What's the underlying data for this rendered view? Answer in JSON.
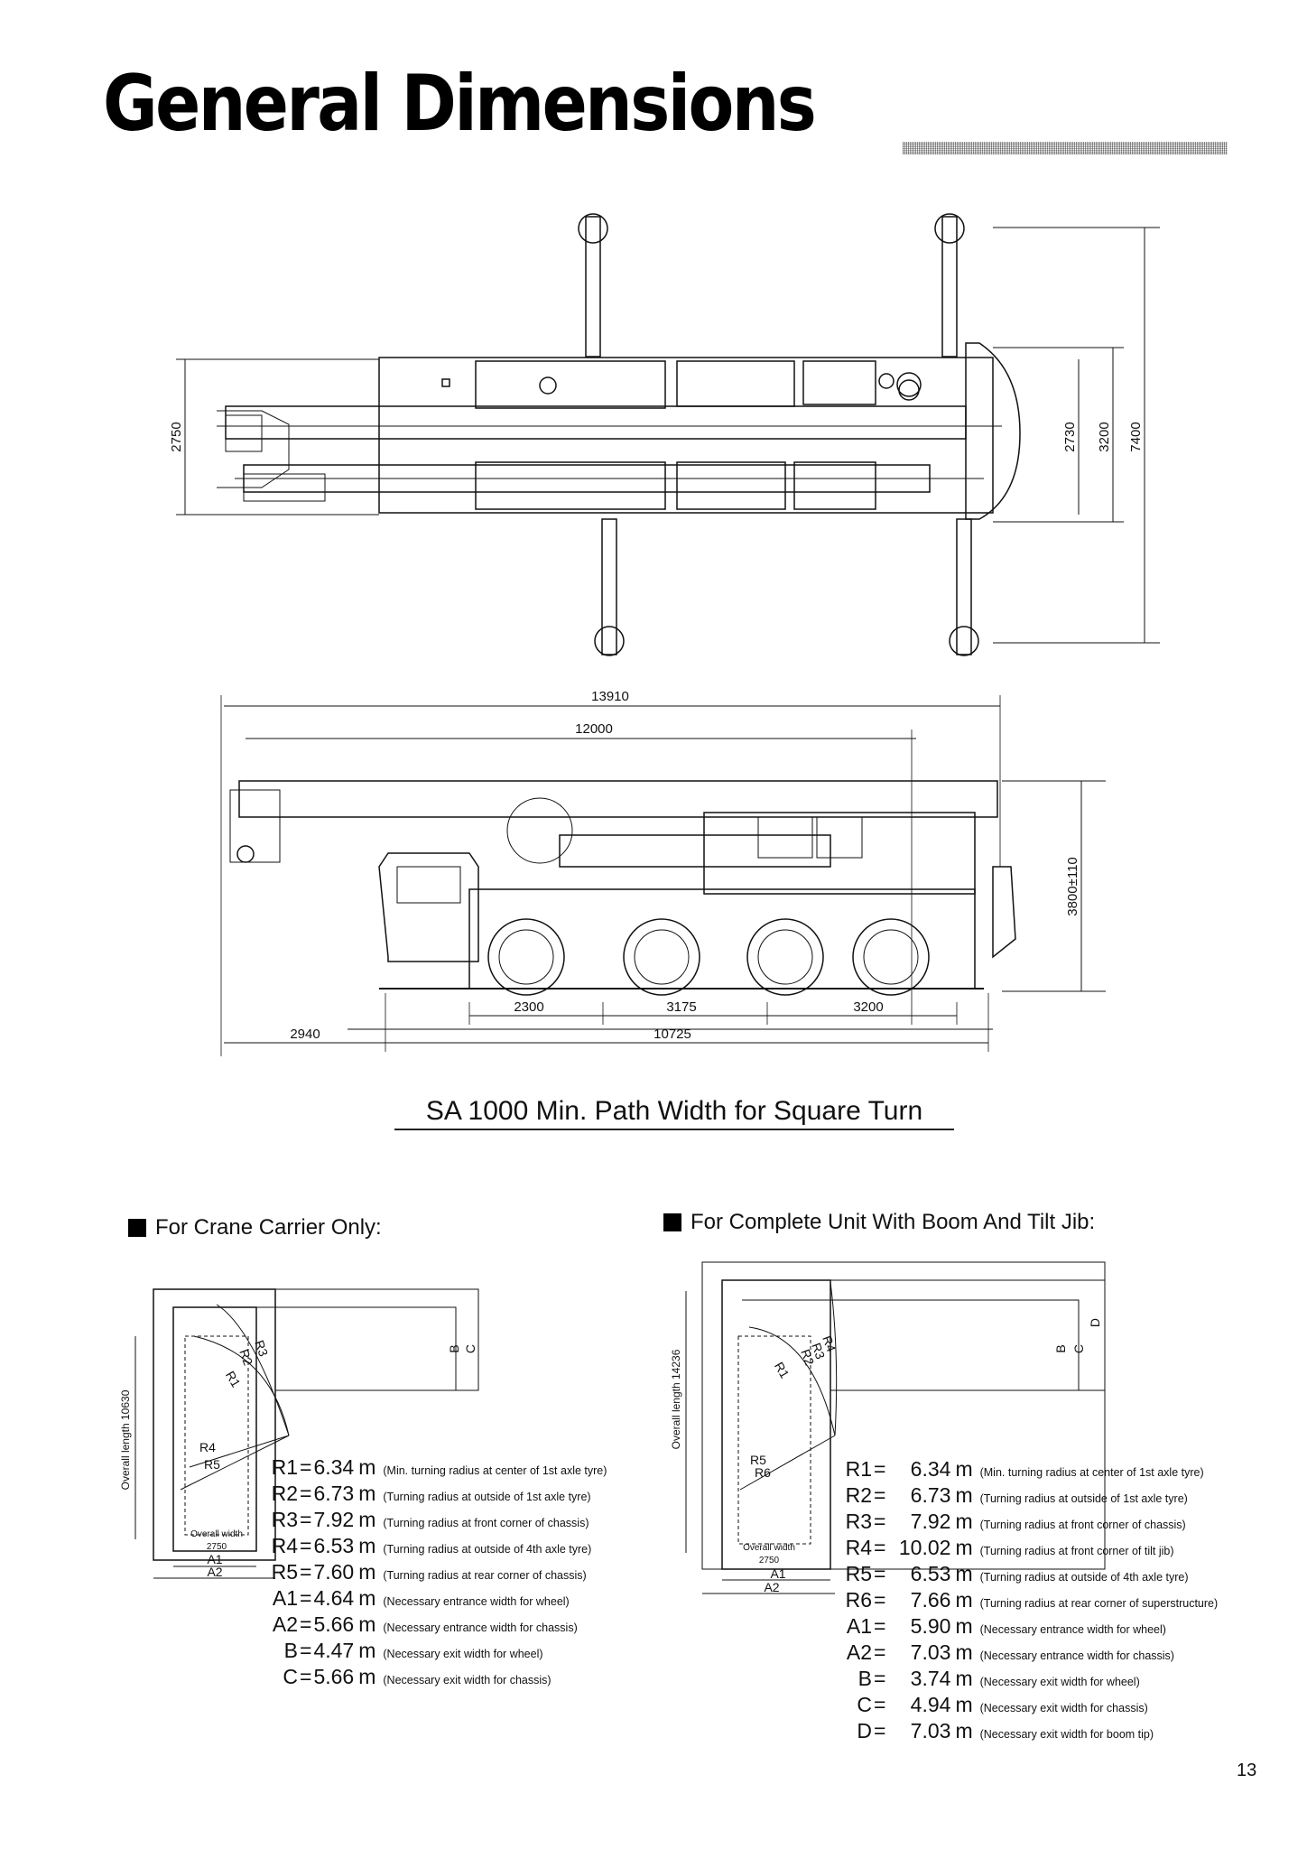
{
  "header": {
    "title": "General Dimensions"
  },
  "top_view": {
    "dims": {
      "d2750": "2750",
      "d2730": "2730",
      "d3200": "3200",
      "d7400": "7400"
    }
  },
  "side_view": {
    "dims": {
      "d13910": "13910",
      "d12000": "12000",
      "d3800": "3800±110",
      "d2300": "2300",
      "d3175": "3175",
      "d3200": "3200",
      "d2940": "2940",
      "d10725": "10725"
    }
  },
  "path_section": {
    "title": "SA 1000 Min. Path Width for Square Turn"
  },
  "left_panel": {
    "heading": "For Crane Carrier Only:",
    "diagram": {
      "overall_length": "Overall length 10630",
      "overall_width": "Overall width",
      "width_value": "2750",
      "labels": [
        "R1",
        "R2",
        "R3",
        "R4",
        "R5",
        "A1",
        "A2",
        "B",
        "C"
      ]
    },
    "items": [
      {
        "sym": "R1",
        "val": "6.34",
        "unit": "m",
        "desc": "(Min. turning radius at center of 1st axle tyre)"
      },
      {
        "sym": "R2",
        "val": "6.73",
        "unit": "m",
        "desc": "(Turning radius at outside of 1st axle tyre)"
      },
      {
        "sym": "R3",
        "val": "7.92",
        "unit": "m",
        "desc": "(Turning radius at front corner of chassis)"
      },
      {
        "sym": "R4",
        "val": "6.53",
        "unit": "m",
        "desc": "(Turning radius at outside of 4th axle tyre)"
      },
      {
        "sym": "R5",
        "val": "7.60",
        "unit": "m",
        "desc": "(Turning radius at rear corner of chassis)"
      },
      {
        "sym": "A1",
        "val": "4.64",
        "unit": "m",
        "desc": "(Necessary entrance width for wheel)"
      },
      {
        "sym": "A2",
        "val": "5.66",
        "unit": "m",
        "desc": "(Necessary entrance width for chassis)"
      },
      {
        "sym": "B",
        "val": "4.47",
        "unit": "m",
        "desc": "(Necessary exit width for wheel)"
      },
      {
        "sym": "C",
        "val": "5.66",
        "unit": "m",
        "desc": "(Necessary exit width for chassis)"
      }
    ]
  },
  "right_panel": {
    "heading": "For Complete Unit With Boom And Tilt Jib:",
    "diagram": {
      "overall_length": "Overall length 14236",
      "overall_width": "Overall width",
      "width_value": "2750",
      "labels": [
        "R1",
        "R2",
        "R3",
        "R4",
        "R5",
        "R6",
        "A1",
        "A2",
        "B",
        "C",
        "D"
      ]
    },
    "items": [
      {
        "sym": "R1",
        "val": "6.34",
        "unit": "m",
        "desc": "(Min. turning radius at center of 1st axle tyre)"
      },
      {
        "sym": "R2",
        "val": "6.73",
        "unit": "m",
        "desc": "(Turning radius at outside of 1st axle tyre)"
      },
      {
        "sym": "R3",
        "val": "7.92",
        "unit": "m",
        "desc": "(Turning radius at front corner of chassis)"
      },
      {
        "sym": "R4",
        "val": "10.02",
        "unit": "m",
        "desc": "(Turning radius at front corner of tilt jib)"
      },
      {
        "sym": "R5",
        "val": "6.53",
        "unit": "m",
        "desc": "(Turning radius at outside of 4th axle tyre)"
      },
      {
        "sym": "R6",
        "val": "7.66",
        "unit": "m",
        "desc": "(Turning radius at rear corner of superstructure)"
      },
      {
        "sym": "A1",
        "val": "5.90",
        "unit": "m",
        "desc": "(Necessary entrance width for wheel)"
      },
      {
        "sym": "A2",
        "val": "7.03",
        "unit": "m",
        "desc": "(Necessary entrance width for chassis)"
      },
      {
        "sym": "B",
        "val": "3.74",
        "unit": "m",
        "desc": "(Necessary exit width for wheel)"
      },
      {
        "sym": "C",
        "val": "4.94",
        "unit": "m",
        "desc": "(Necessary exit width for chassis)"
      },
      {
        "sym": "D",
        "val": "7.03",
        "unit": "m",
        "desc": "(Necessary exit width for boom tip)"
      }
    ]
  },
  "footer": {
    "page_number": "13"
  }
}
